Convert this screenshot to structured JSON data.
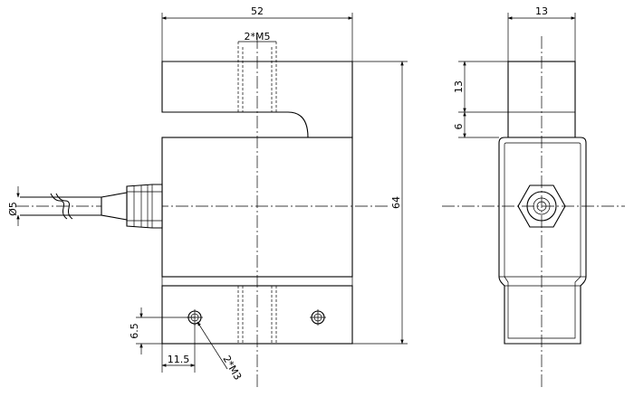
{
  "drawing": {
    "front_view": {
      "width_dim": "52",
      "height_dim": "64",
      "thread_top": "2*M5",
      "thread_bottom": "2*M3",
      "cable_dia": "Ø5",
      "hole_offset_y": "6.5",
      "hole_offset_x": "11.5"
    },
    "side_view": {
      "width_dim": "13",
      "top_height_dim": "13",
      "slot_dim": "6"
    }
  }
}
